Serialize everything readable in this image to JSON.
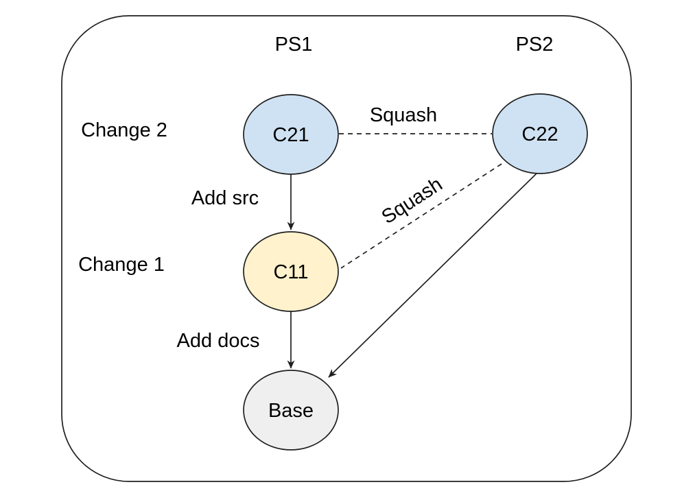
{
  "diagram": {
    "patch_set_columns": [
      {
        "id": "ps1",
        "label": "PS1"
      },
      {
        "id": "ps2",
        "label": "PS2"
      }
    ],
    "change_rows": [
      {
        "id": "change2",
        "label": "Change 2"
      },
      {
        "id": "change1",
        "label": "Change 1"
      }
    ],
    "nodes": {
      "c21": {
        "label": "C21",
        "fill": "#cfe2f3"
      },
      "c22": {
        "label": "C22",
        "fill": "#cfe2f3"
      },
      "c11": {
        "label": "C11",
        "fill": "#fff2cc"
      },
      "base": {
        "label": "Base",
        "fill": "#efefef"
      }
    },
    "edges": {
      "add_src": {
        "label": "Add src",
        "style": "solid-arrow",
        "from": "C21",
        "to": "C11"
      },
      "add_docs": {
        "label": "Add docs",
        "style": "solid-arrow",
        "from": "C11",
        "to": "Base"
      },
      "squash_top": {
        "label": "Squash",
        "style": "dashed",
        "from": "C21",
        "to": "C22"
      },
      "squash_diagonal": {
        "label": "Squash",
        "style": "dashed",
        "from": "C22",
        "to": "C11"
      },
      "c22_to_base": {
        "label": "",
        "style": "solid-arrow",
        "from": "C22",
        "to": "Base"
      }
    },
    "colors": {
      "stroke": "#1f1f1f",
      "text": "#000000",
      "node_blue": "#cfe2f3",
      "node_yellow": "#fff2cc",
      "node_gray": "#efefef",
      "background": "#ffffff"
    }
  }
}
